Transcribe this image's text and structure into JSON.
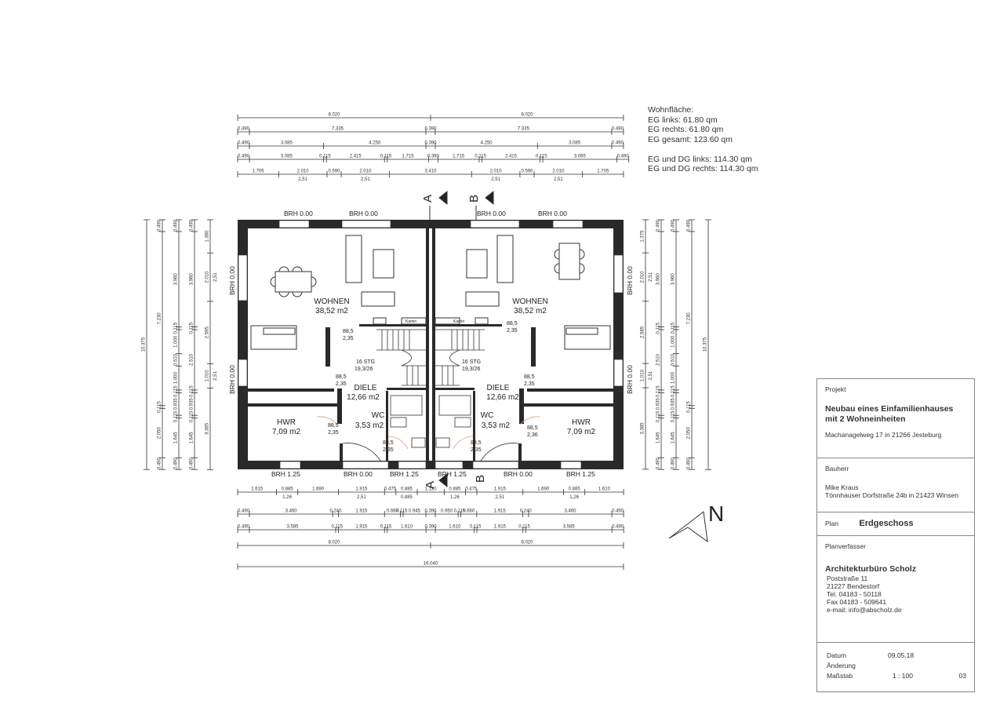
{
  "wohnflaeche": {
    "title": "Wohnfläche:",
    "lines": [
      "EG links: 61.80 qm",
      "EG rechts: 61.80 qm",
      "EG gesamt: 123.60 qm",
      "",
      "EG und DG links: 114.30 qm",
      "EG und DG rechts: 114.30 qm"
    ]
  },
  "dimensions": {
    "top": [
      {
        "segments": [
          8.02,
          8.02
        ]
      },
      {
        "segments": [
          0.49,
          7.335,
          0.39,
          7.335,
          0.49
        ]
      },
      {
        "segments": [
          0.49,
          3.085,
          4.25,
          0.39,
          4.25,
          3.085,
          0.49
        ]
      },
      {
        "segments": [
          0.49,
          3.085,
          0.115,
          2.415,
          0.115,
          1.715,
          0.39,
          1.715,
          0.115,
          2.415,
          0.115,
          3.085,
          0.49
        ]
      },
      {
        "segments": [
          1.705,
          2.01,
          0.59,
          2.01,
          3.41,
          2.01,
          0.59,
          2.01,
          1.705
        ],
        "sub": [
          "",
          "2,51",
          "",
          "2,51",
          "",
          "2,51",
          "",
          "2,51",
          ""
        ]
      }
    ],
    "bottom": [
      {
        "segments": [
          1.615,
          0.885,
          1.69,
          1.915,
          0.475,
          0.885,
          1.12,
          0.885,
          0.475,
          1.915,
          1.69,
          0.885,
          1.61
        ],
        "sub": [
          "",
          "1,26",
          "",
          "2,51",
          "",
          "0.885",
          "",
          "1,26",
          "",
          "2,51",
          "",
          "1,26",
          ""
        ]
      },
      {
        "segments": [
          0.49,
          3.46,
          0.24,
          1.915,
          0.66,
          0.115,
          0.945,
          0.39,
          0.95,
          0.115,
          0.66,
          1.915,
          0.24,
          3.46,
          0.49
        ]
      },
      {
        "segments": [
          0.49,
          3.585,
          0.115,
          1.915,
          0.115,
          1.61,
          0.39,
          1.61,
          0.115,
          1.915,
          0.115,
          3.585,
          0.49
        ]
      },
      {
        "segments": [
          8.02,
          8.02
        ]
      },
      {
        "segments": [
          16.04
        ]
      }
    ],
    "left": [
      {
        "segments": [
          10.375
        ]
      },
      {
        "segments": [
          0.49,
          7.23,
          0.115,
          2.05,
          0.49
        ]
      },
      {
        "segments": [
          0.49,
          3.96,
          0.115,
          1.0,
          0.51,
          1.0,
          0.115,
          0.935,
          0.115,
          1.645,
          0.49
        ]
      },
      {
        "segments": [
          0.49,
          3.96,
          0.115,
          2.51,
          0.115,
          0.935,
          0.115,
          1.645,
          0.49
        ]
      },
      {
        "segments": [
          1.38,
          2.01,
          2.595,
          1.01,
          3.385
        ],
        "sub": [
          "",
          "2,51",
          "",
          "2,51",
          ""
        ]
      }
    ],
    "right": [
      {
        "segments": [
          1.375,
          2.01,
          2.585,
          1.01,
          3.385
        ],
        "sub": [
          "",
          "2,51",
          "",
          "2,51",
          ""
        ]
      },
      {
        "segments": [
          0.49,
          3.96,
          0.115,
          2.51,
          0.115,
          0.935,
          0.115,
          1.645,
          0.49
        ]
      },
      {
        "segments": [
          0.49,
          3.96,
          0.115,
          1.0,
          0.51,
          1.0,
          0.115,
          0.935,
          0.115,
          1.645,
          0.49
        ]
      },
      {
        "segments": [
          0.49,
          7.23,
          0.115,
          2.05,
          0.49
        ]
      },
      {
        "segments": [
          10.375
        ]
      }
    ]
  },
  "plan": {
    "rooms": {
      "wohnen_l": {
        "name": "WOHNEN",
        "area": "38,52 m2"
      },
      "wohnen_r": {
        "name": "WOHNEN",
        "area": "38,52 m2"
      },
      "diele_l": {
        "name": "DIELE",
        "area": "12,66 m2"
      },
      "diele_r": {
        "name": "DIELE",
        "area": "12,66 m2"
      },
      "wc_l": {
        "name": "WC",
        "area": "3,53 m2"
      },
      "wc_r": {
        "name": "WC",
        "area": "3,53 m2"
      },
      "hwr_l": {
        "name": "HWR",
        "area": "7,09 m2"
      },
      "hwr_r": {
        "name": "HWR",
        "area": "7,09 m2"
      }
    },
    "door": {
      "w": "88,5",
      "h": "2,35",
      "h_alt": "2,36"
    },
    "stairs": {
      "steps": "16 STG",
      "ratio": "19,3/26"
    },
    "kamin": "Kamin",
    "brh_000": "BRH  0.00",
    "brh_125": "BRH  1.25",
    "section_a": "A",
    "section_b": "B",
    "north": "N"
  },
  "titleblock": {
    "projekt_label": "Projekt",
    "projekt_title_1": "Neubau eines Einfamilienhauses",
    "projekt_title_2": "mit 2 Wohneinheiten",
    "projekt_address": "Machanagelweg 17 in 21266 Jesteburg",
    "bauherr_label": "Bauherr",
    "bauherr_name": "Mike Kraus",
    "bauherr_address": "Tönnhauser Dorfstraße 24b in 21423 Winsen",
    "plan_label": "Plan",
    "plan_value": "Erdgeschoss",
    "planverfasser_label": "Planverfasser",
    "office": "Architekturbüro Scholz",
    "office_lines": [
      "Poststraße 11",
      "21227 Bendestorf",
      "Tel. 04183 - 50118",
      "Fax 04183 - 509641",
      "e-mail: info@abscholz.de"
    ],
    "datum_label": "Datum",
    "datum_value": "09.05.18",
    "aenderung_label": "Änderung",
    "massstab_label": "Maßstab",
    "massstab_value": "1  :  100",
    "sheet": "03"
  }
}
